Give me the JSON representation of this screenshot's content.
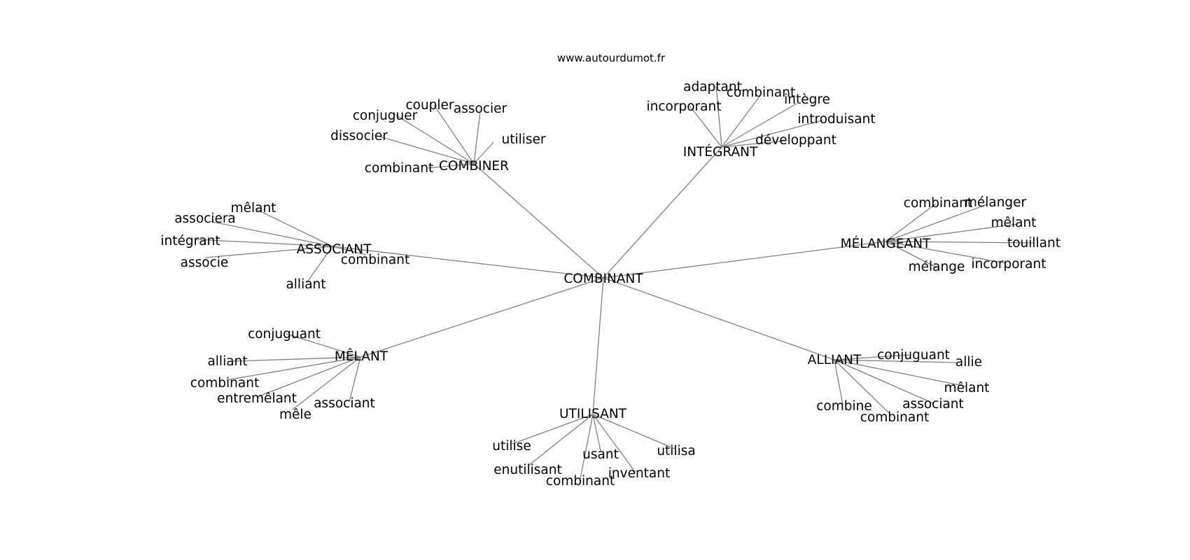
{
  "site": "www.autourdumot.fr",
  "colors": {
    "edge": "#808080",
    "text": "#000000",
    "background": "#ffffff"
  },
  "graph": {
    "center": "COMBINANT",
    "clusters": [
      {
        "id": "combiner",
        "label": "COMBINER",
        "words": [
          "conjuguer",
          "coupler",
          "associer",
          "utiliser",
          "dissocier",
          "combinant"
        ]
      },
      {
        "id": "integrant",
        "label": "INTÉGRANT",
        "words": [
          "adaptant",
          "combinant",
          "intègre",
          "incorporant",
          "introduisant",
          "développant"
        ]
      },
      {
        "id": "associant",
        "label": "ASSOCIANT",
        "words": [
          "mêlant",
          "associera",
          "intégrant",
          "associe",
          "combinant",
          "alliant"
        ]
      },
      {
        "id": "melangeant",
        "label": "MÉLANGEANT",
        "words": [
          "combinant",
          "mélanger",
          "mêlant",
          "touillant",
          "incorporant",
          "mélange"
        ]
      },
      {
        "id": "melant",
        "label": "MÊLANT",
        "words": [
          "conjuguant",
          "alliant",
          "combinant",
          "entremêlant",
          "mêle",
          "associant"
        ]
      },
      {
        "id": "alliant",
        "label": "ALLIANT",
        "words": [
          "conjuguant",
          "allie",
          "mêlant",
          "associant",
          "combine",
          "combinant"
        ]
      },
      {
        "id": "utilisant",
        "label": "UTILISANT",
        "words": [
          "utilise",
          "enutilisant",
          "combinant",
          "usant",
          "inventant",
          "utilisa"
        ]
      }
    ]
  }
}
